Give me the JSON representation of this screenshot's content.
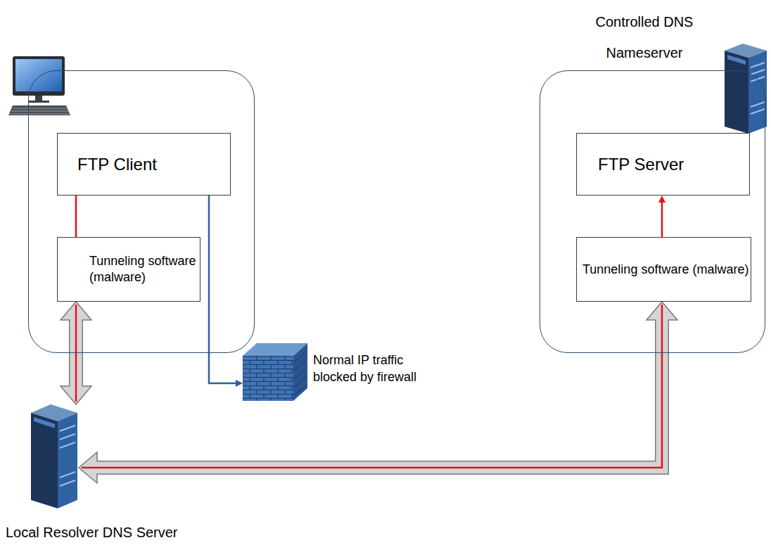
{
  "diagram": {
    "nodes": [
      {
        "text": []
      },
      {
        "text": [
          "FTP Client"
        ],
        "in": 0
      },
      {
        "text": [
          "Tunneling software (malware)"
        ],
        "in": 0
      },
      {
        "text": [
          "Controlled DNS Nameserver"
        ]
      },
      {
        "text": [
          "FTP Server"
        ],
        "in": 3
      },
      {
        "text": [
          "Tunneling software (malware)"
        ],
        "in": 3
      },
      {
        "text": [
          "Local Resolver DNS Server"
        ]
      },
      {
        "text": [
          "Normal IP traffic blocked by firewall"
        ]
      }
    ],
    "edges": [
      {
        "from": 1,
        "to": 2,
        "arrow": "none"
      },
      {
        "from": 2,
        "to": 6,
        "arrow": "both"
      },
      {
        "from": 6,
        "to": 5,
        "arrow": "both"
      },
      {
        "from": 5,
        "to": 4,
        "arrow": "to"
      },
      {
        "from": 1,
        "to": 7,
        "arrow": "to"
      }
    ]
  }
}
